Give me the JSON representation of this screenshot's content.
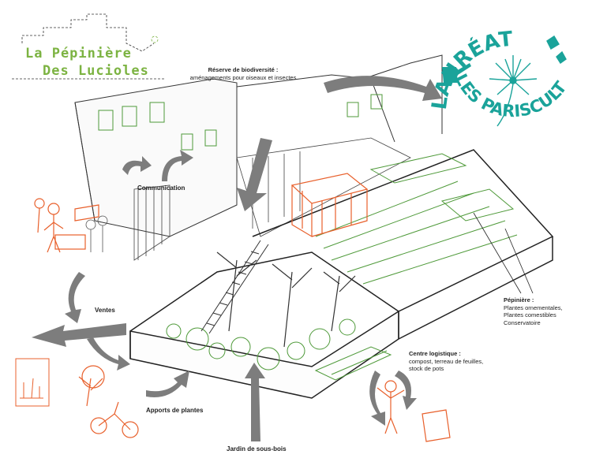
{
  "logo": {
    "line1": "La Pépinière",
    "line2": "Des Lucioles"
  },
  "badge": {
    "top": "LAURÉAT",
    "bottom": "LES PARISCULTEURS",
    "color": "#1aa39a"
  },
  "labels": {
    "reserve": {
      "title": "Réserve de biodiversité :",
      "sub": "aménagements pour oiseaux et insectes"
    },
    "communication": "Communication",
    "ventes": "Ventes",
    "apports": "Apports de plantes",
    "jardin": "Jardin de sous-bois",
    "centre": {
      "title": "Centre logistique :",
      "lines": [
        "compost, terreau de feuilles,",
        "stock de pots"
      ]
    },
    "pepiniere": {
      "title": "Pépinière :",
      "lines": [
        "Plantes ornementales,",
        "Plantes comestibles",
        "Conservatoire"
      ]
    }
  },
  "colors": {
    "ink": "#2b2b2b",
    "accent": "#e8602c",
    "green": "#4f9a3a",
    "arrow": "#7d7d7d"
  }
}
